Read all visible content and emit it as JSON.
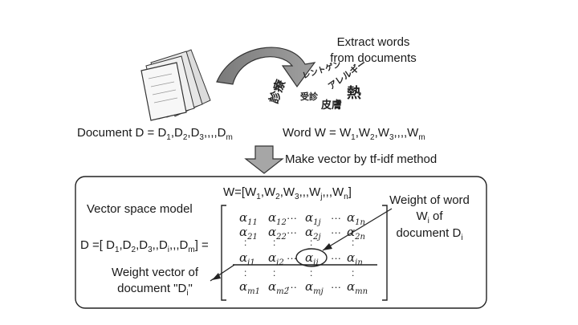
{
  "extract_label": [
    "Extract words",
    "from documents"
  ],
  "japanese_words": [
    "レントゲン",
    "診療",
    "アレルギー",
    "受診",
    "皮膚",
    "熱"
  ],
  "document_set": {
    "prefix": "Document D = D",
    "sub1": "1",
    "sep2": ",D",
    "sub2": "2",
    "sep3": ",D",
    "sub3": "3",
    "sep4": ",,,,D",
    "subm": "m"
  },
  "word_set": {
    "prefix": "Word W = W",
    "sub1": "1",
    "sep2": ",W",
    "sub2": "2",
    "sep3": ",W",
    "sub3": "3",
    "sep4": ",,,,W",
    "subm": "m"
  },
  "make_vector_label": "Make vector by tf-idf method",
  "model_title": "Vector space model",
  "w_vector": {
    "prefix": "W=[W",
    "sub1": "1",
    "sep2": ",W",
    "sub2": "2",
    "sep3": ",W",
    "sub3": "3",
    "sep4": ",,,W",
    "subj": "j",
    "sep5": ",,,W",
    "subn": "n",
    "suffix": "]"
  },
  "d_vector": {
    "prefix": "D =[ D",
    "sub1": "1",
    "sep2": ",D",
    "sub2": "2",
    "sep3": ",D",
    "sub3": "3",
    "sep4": ",,D",
    "subi": "i",
    "sep5": ",,,D",
    "subm": "m",
    "suffix": "] ="
  },
  "weight_word_label": {
    "line1": "Weight of word",
    "line2a": "W",
    "line2sub": "i",
    "line2b": " of",
    "line3a": "document D",
    "line3sub": "i"
  },
  "weight_vector_label": {
    "line1": "Weight vector of",
    "line2a": "document \"D",
    "line2sub": "i",
    "line2b": "\""
  },
  "matrix": {
    "symbol": "α",
    "dots_h": "···",
    "dots_v": ":",
    "rows": [
      [
        "11",
        "12",
        "1j",
        "1n"
      ],
      [
        "21",
        "22",
        "2j",
        "2n"
      ],
      [
        "i1",
        "i2",
        "ij",
        "in"
      ],
      [
        "m1",
        "m2",
        "mj",
        "mn"
      ]
    ]
  },
  "colors": {
    "arrow_gray": "#8c8c8c",
    "stroke": "#333333",
    "doc_fill": "#e8e8e8"
  }
}
